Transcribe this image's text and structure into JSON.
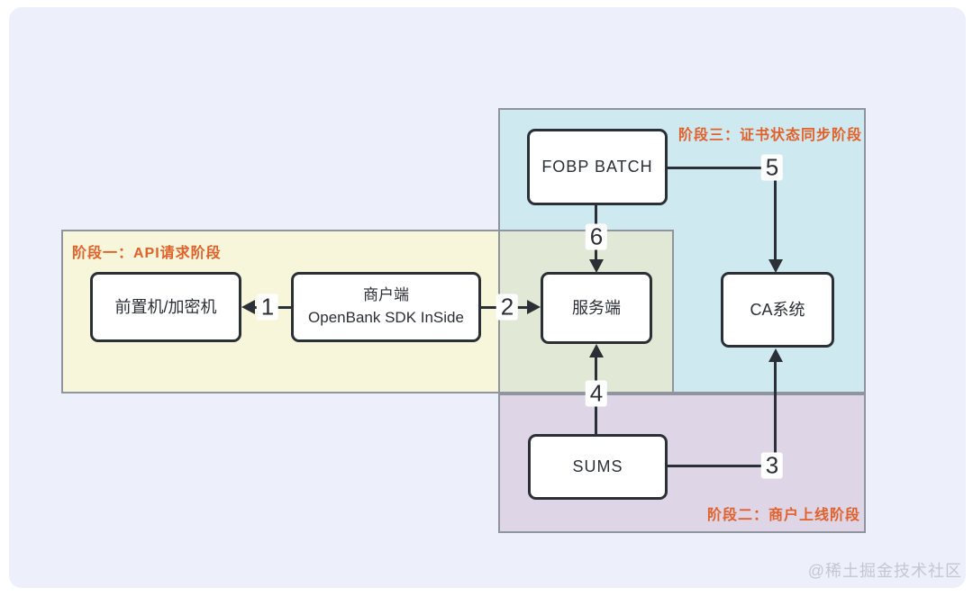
{
  "diagram": {
    "phases": {
      "phase1": {
        "label": "阶段一：API请求阶段",
        "fill": "#f7f6da"
      },
      "phase2": {
        "label": "阶段二：商户上线阶段",
        "fill": "#ded5e6"
      },
      "phase3": {
        "label": "阶段三：证书状态同步阶段",
        "fill": "#cfe9f0"
      },
      "overlap_phase1_phase3": {
        "fill": "#e1e8d6"
      }
    },
    "nodes": {
      "fobp": {
        "label": "FOBP BATCH"
      },
      "frontend": {
        "label": "前置机/加密机"
      },
      "merchant": {
        "line1": "商户端",
        "line2": "OpenBank SDK InSide"
      },
      "server": {
        "label": "服务端"
      },
      "ca": {
        "label": "CA系统"
      },
      "sums": {
        "label": "SUMS"
      }
    },
    "steps": {
      "s1": "1",
      "s2": "2",
      "s3": "3",
      "s4": "4",
      "s5": "5",
      "s6": "6"
    },
    "edges": [
      {
        "num": "1",
        "from": "merchant",
        "to": "frontend"
      },
      {
        "num": "2",
        "from": "merchant",
        "to": "server"
      },
      {
        "num": "3",
        "from": "sums",
        "to": "ca"
      },
      {
        "num": "4",
        "from": "sums",
        "to": "server"
      },
      {
        "num": "5",
        "from": "fobp",
        "to": "ca"
      },
      {
        "num": "6",
        "from": "fobp",
        "to": "server"
      }
    ],
    "colors": {
      "card_bg": "#edf0fa",
      "region_border": "#8f959e",
      "node_border": "#2b2f36",
      "node_fill": "#ffffff",
      "arrow": "#2b2f36",
      "phase_label_text": "#e2612b",
      "watermark_text": "#c3c7d0"
    }
  },
  "watermark": {
    "text": "@稀土掘金技术社区"
  }
}
